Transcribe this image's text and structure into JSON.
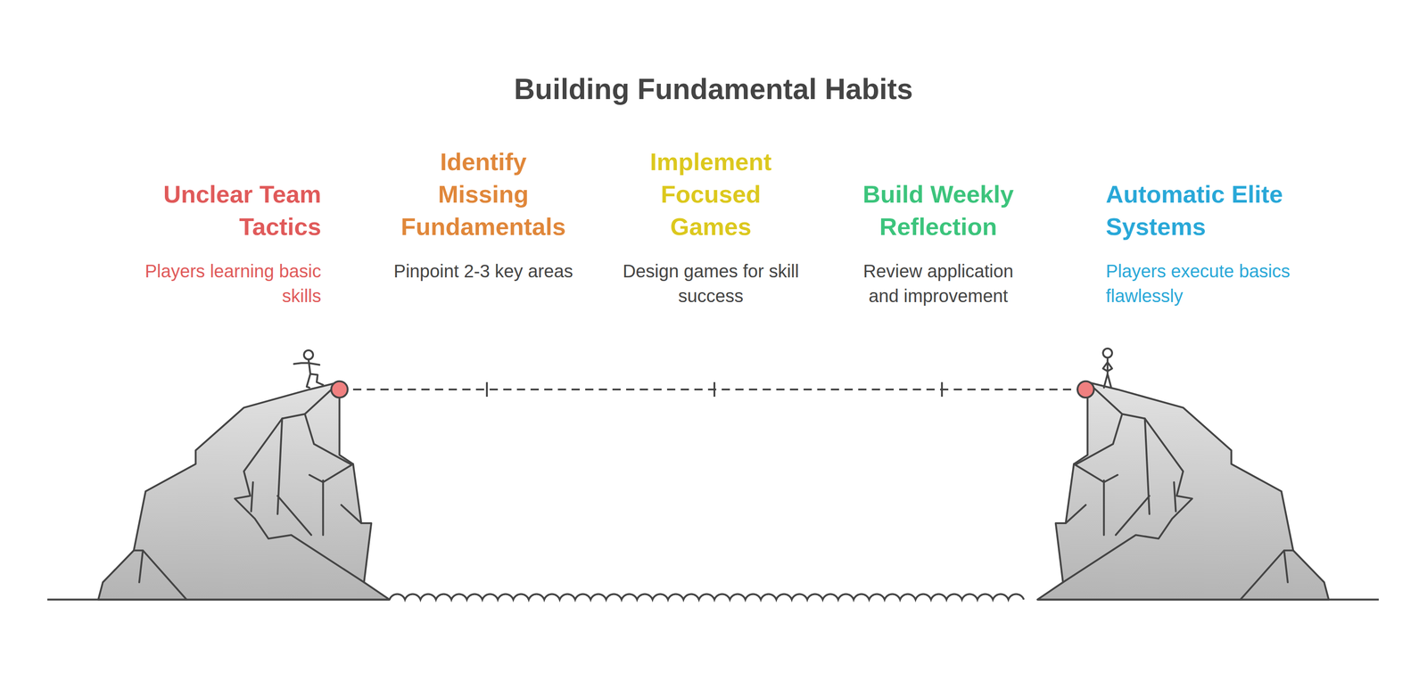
{
  "diagram": {
    "title": "Building Fundamental Habits",
    "nodes": [
      {
        "text": [
          "Unclear Team Tactics",
          "Players learning basic skills"
        ]
      },
      {
        "text": [
          "Identify Missing Fundamentals",
          "Pinpoint 2-3 key areas"
        ]
      },
      {
        "text": [
          "Implement Focused Games",
          "Design games for skill success"
        ]
      },
      {
        "text": [
          "Build Weekly Reflection",
          "Review application and improvement"
        ]
      },
      {
        "text": [
          "Automatic Elite Systems",
          "Players execute basics flawlessly"
        ]
      }
    ]
  }
}
